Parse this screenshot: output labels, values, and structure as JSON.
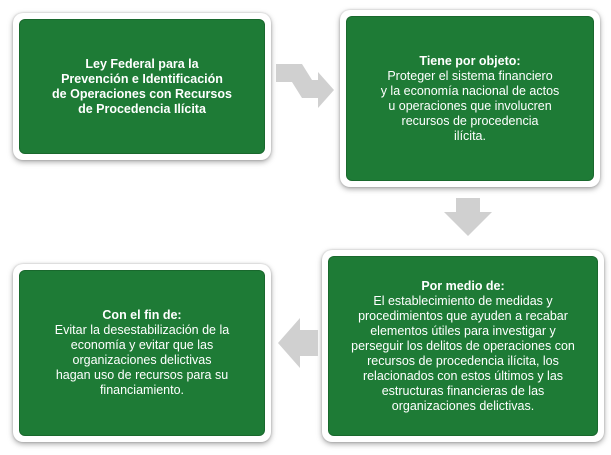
{
  "boxes": {
    "law": {
      "title_lines": [
        "Ley Federal para la",
        "Prevención e Identificación",
        "de Operaciones con Recursos",
        "de Procedencia Ilícita"
      ]
    },
    "objective": {
      "heading": "Tiene por objeto:",
      "body_lines": [
        "Proteger el sistema financiero",
        "y la economía nacional de actos",
        "u operaciones que involucren",
        "recursos de procedencia",
        "ilícita."
      ]
    },
    "means": {
      "heading": "Por medio de:",
      "body_lines": [
        "El establecimiento de medidas y",
        "procedimientos que ayuden a recabar",
        "elementos útiles para investigar y",
        "perseguir los delitos de operaciones con",
        "recursos de procedencia ilícita, los",
        "relacionados con estos últimos y las",
        "estructuras financieras de las",
        "organizaciones delictivas."
      ]
    },
    "purpose": {
      "heading": "Con el fin de:",
      "body_lines": [
        "Evitar la desestabilización de la",
        "economía y evitar que las",
        "organizaciones delictivas",
        "hagan uso de recursos para su",
        "financiamiento."
      ]
    }
  },
  "colors": {
    "box_fill": "#1e7b36",
    "arrow_fill": "#d0d0d0"
  },
  "icons": {
    "right_step_arrow": "bent-right-arrow-icon",
    "down_arrow": "down-arrow-icon",
    "left_arrow": "left-arrow-icon"
  }
}
